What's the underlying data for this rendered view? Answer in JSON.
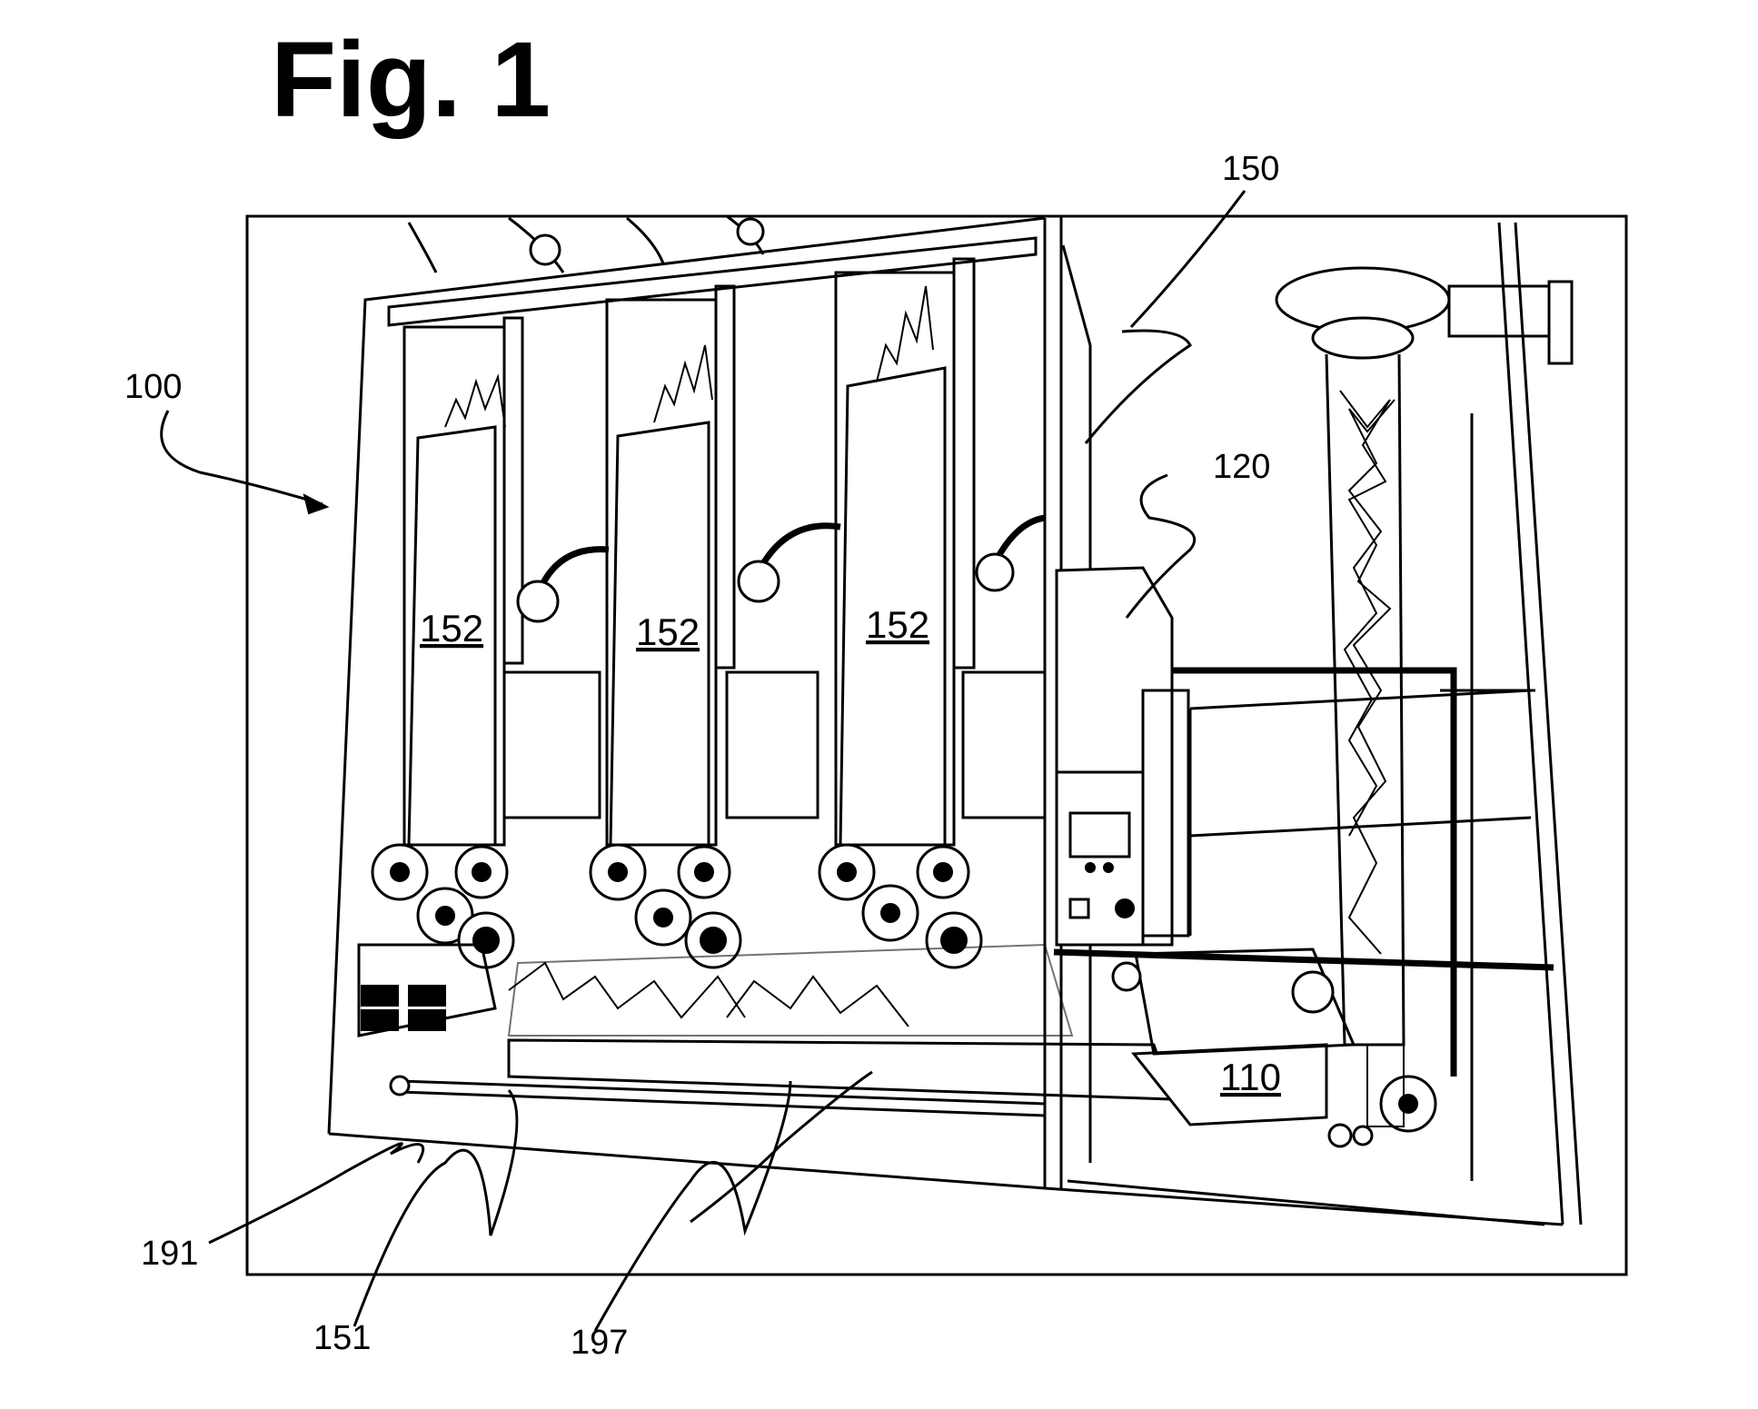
{
  "figure": {
    "title": "Fig. 1",
    "reference_numerals": {
      "system": "100",
      "hopper": "110",
      "control_cabinet": "120",
      "feed_assembly": "150",
      "conveyor_lower": "151",
      "chute": "152",
      "frame_bottom": "191",
      "mat": "197"
    }
  }
}
